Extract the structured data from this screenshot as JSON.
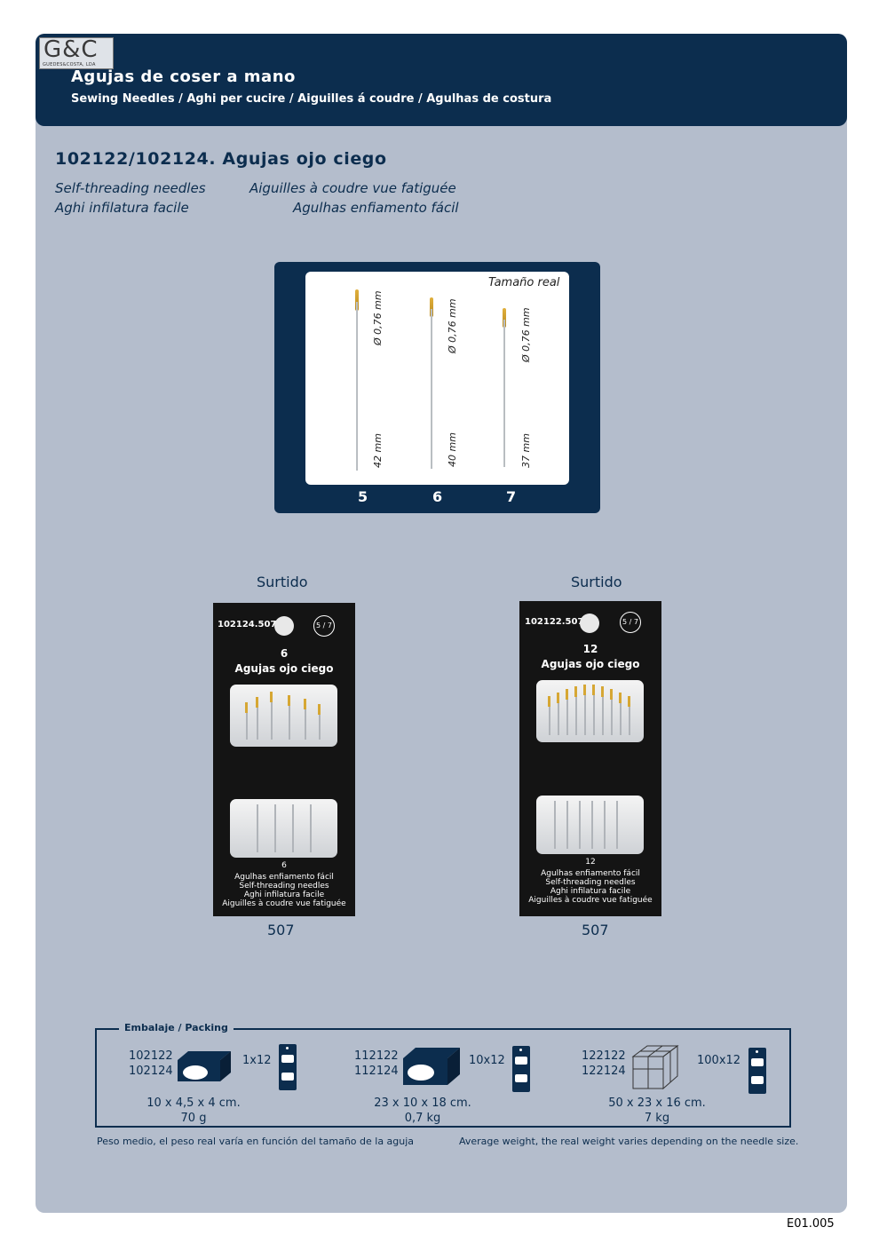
{
  "header": {
    "logo_text": "G&C",
    "logo_small": "GUEDES&COSTA, LDA",
    "title": "Agujas de coser a mano",
    "subtitle": "Sewing Needles / Aghi per cucire / Aiguilles á coudre / Agulhas de costura"
  },
  "product": {
    "title": "102122/102124. Agujas ojo ciego",
    "translations": {
      "en": "Self-threading needles",
      "fr": "Aiguilles à coudre vue fatiguée",
      "it": "Aghi infilatura facile",
      "pt": "Agulhas enfiamento fácil"
    }
  },
  "gauge": {
    "label": "Tamaño real",
    "needles": [
      {
        "size": "5",
        "diameter": "Ø 0,76 mm",
        "length": "42 mm"
      },
      {
        "size": "6",
        "diameter": "Ø 0,76 mm",
        "length": "40 mm"
      },
      {
        "size": "7",
        "diameter": "Ø 0,76 mm",
        "length": "37 mm"
      }
    ]
  },
  "cards": [
    {
      "heading": "Surtido",
      "code": "102124.507",
      "badge": "5 / 7",
      "count": "6",
      "name": "Agujas ojo ciego",
      "bottom_count": "6",
      "footer": [
        "Agulhas enfiamento fácil",
        "Self-threading needles",
        "Aghi infilatura facile",
        "Aiguilles à coudre vue fatiguée"
      ],
      "ref": "507"
    },
    {
      "heading": "Surtido",
      "code": "102122.507",
      "badge": "5 / 7",
      "count": "12",
      "name": "Agujas ojo ciego",
      "bottom_count": "12",
      "footer": [
        "Agulhas enfiamento fácil",
        "Self-threading needles",
        "Aghi infilatura facile",
        "Aiguilles à coudre vue fatiguée"
      ],
      "ref": "507"
    }
  ],
  "packing": {
    "legend": "Embalaje / Packing",
    "items": [
      {
        "codes": [
          "102122",
          "102124"
        ],
        "qty": "1x12",
        "dims": "10 x 4,5 x 4 cm.",
        "weight": "70 g"
      },
      {
        "codes": [
          "112122",
          "112124"
        ],
        "qty": "10x12",
        "dims": "23 x 10 x 18 cm.",
        "weight": "0,7 kg"
      },
      {
        "codes": [
          "122122",
          "122124"
        ],
        "qty": "100x12",
        "dims": "50 x 23 x 16 cm.",
        "weight": "7 kg"
      }
    ]
  },
  "notes": {
    "es": "Peso medio, el peso real varía en función del tamaño de la aguja",
    "en": "Average weight, the real weight varies depending on the needle size."
  },
  "page_number": "E01.005"
}
